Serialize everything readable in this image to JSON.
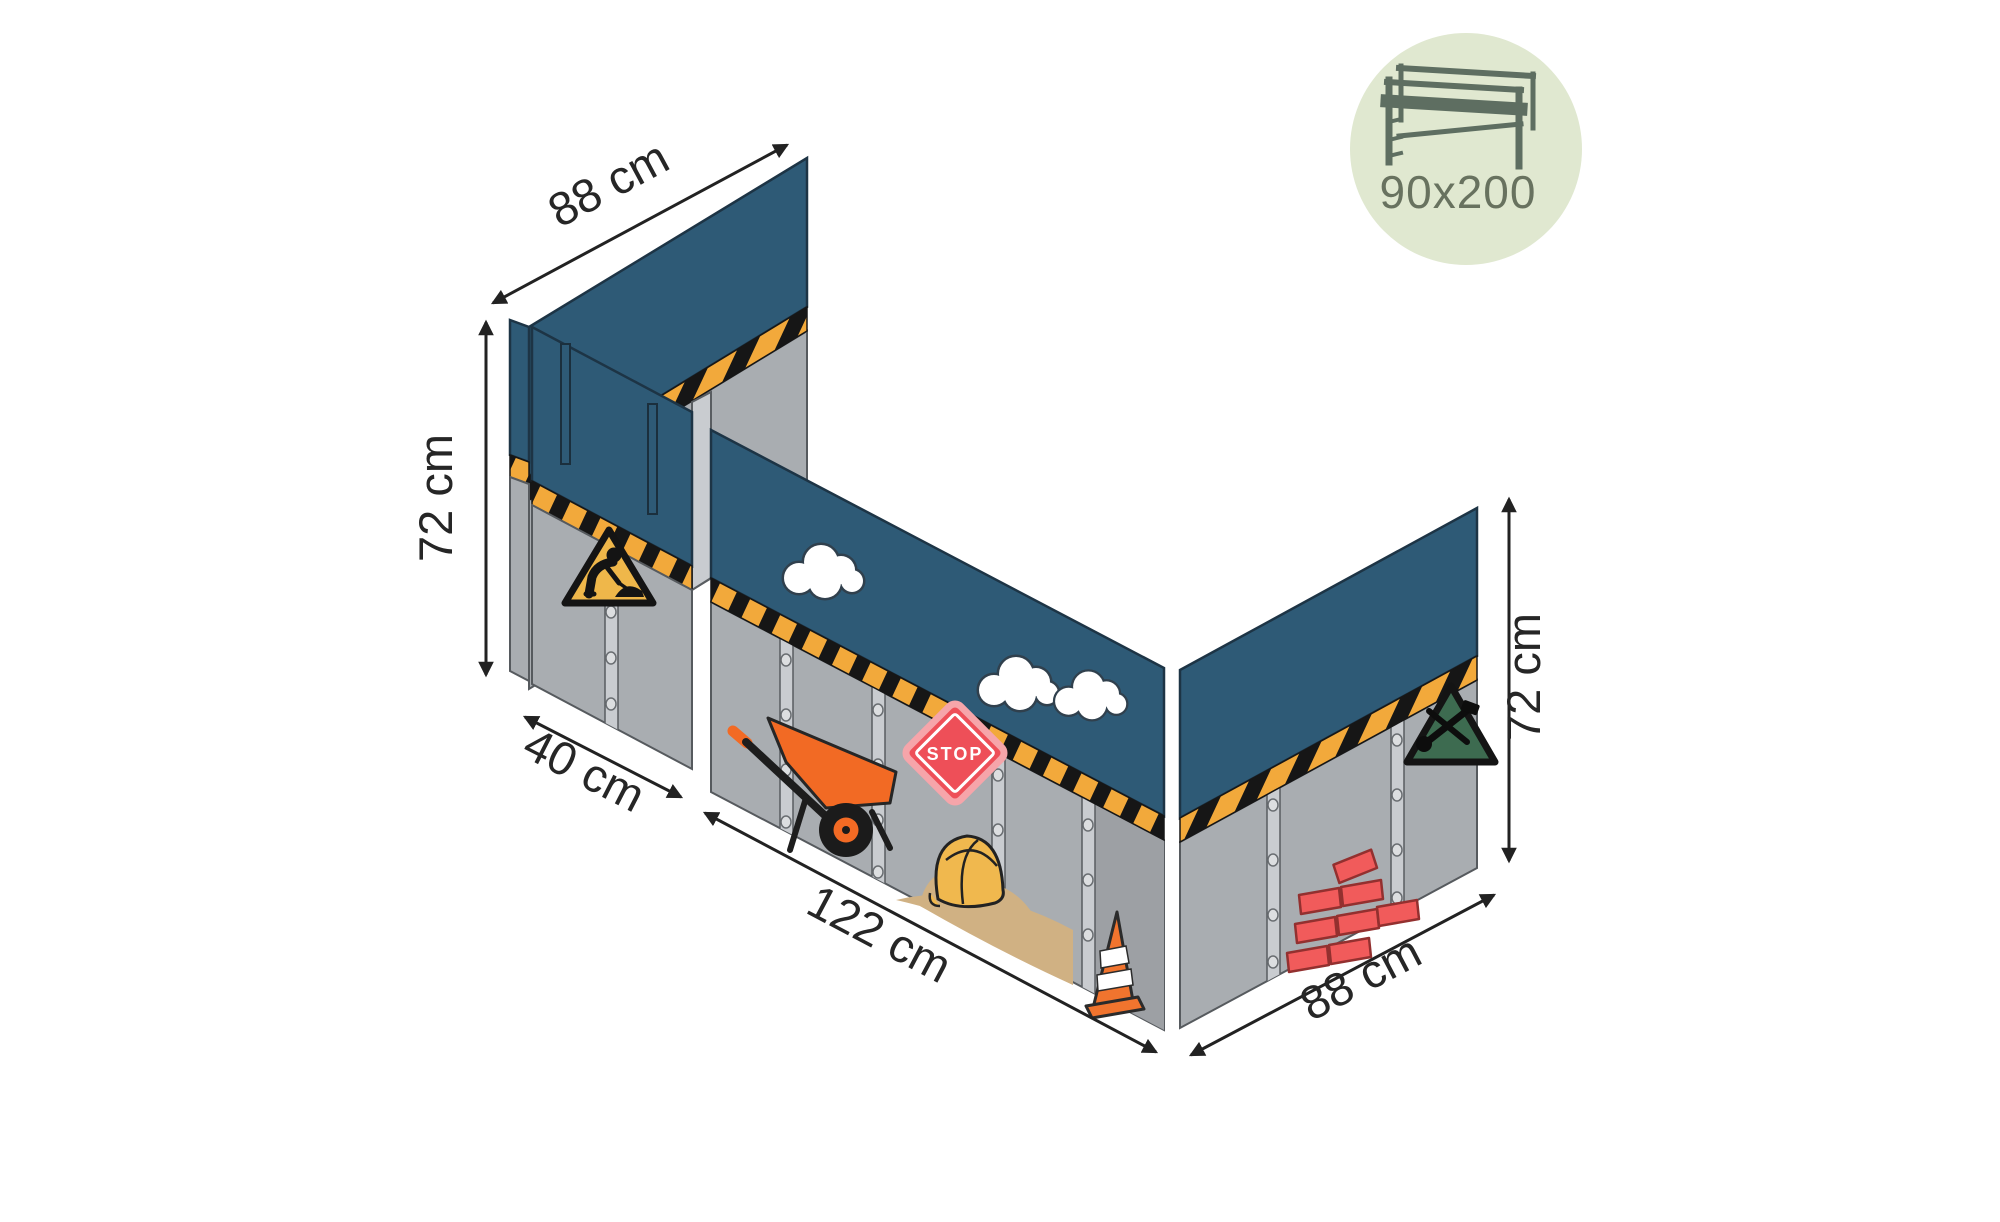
{
  "figure": {
    "type": "product-dimension-diagram",
    "subject": "construction-themed loft-bed play curtain set, three fabric panels in isometric view",
    "dimensions": {
      "top": "88 cm",
      "left_height": "72 cm",
      "front_left": "40 cm",
      "front": "122 cm",
      "right": "88 cm",
      "right_height": "72 cm"
    },
    "badge": {
      "bed_size": "90x200",
      "icon": "loft-bed-icon"
    },
    "stop_sign_text": "STOP",
    "decorations": [
      "caution-stripes",
      "curtain-slits",
      "construction-worker-sign",
      "clouds",
      "stop-sign",
      "wheelbarrow",
      "safety-helmet",
      "sand-pile",
      "traffic-cone",
      "tools-sign",
      "bricks",
      "seam-poles-with-rivets"
    ],
    "colors": {
      "panel_blue": "#2e5a76",
      "panel_gray": "#a9adb1",
      "panel_gray_dark": "#9da0a4",
      "pole_gray": "#c9ccd0",
      "caution_orange": "#f2a93b",
      "caution_black": "#161616",
      "sign_yellow": "#efb74a",
      "sign_green": "#3d6b50",
      "stop_red": "#ee4f58",
      "stop_glow": "#f6a5aa",
      "wheelbarrow_orange": "#f26a24",
      "helmet_yellow": "#f0b84e",
      "sand_tan": "#d0b183",
      "cone_orange": "#f1742e",
      "brick_red": "#f15b5b",
      "badge_bg": "#e0e8d0",
      "badge_fg": "#68725f",
      "dimension_ink": "#262626"
    }
  }
}
